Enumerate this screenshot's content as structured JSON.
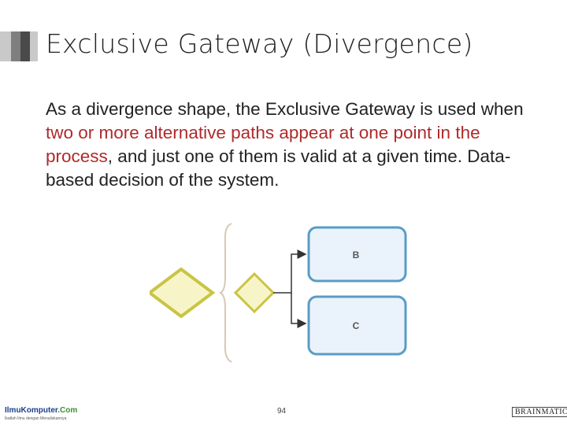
{
  "slide": {
    "title": "Exclusive Gateway (Divergence)",
    "paragraph": {
      "part1": "As a divergence shape, the Exclusive Gateway is used when ",
      "highlight": "two or more alternative paths appear at one point in the process",
      "part2": ", and just one of them is valid at a given time. Data-based decision of the system."
    },
    "highlight_color": "#b02a2a"
  },
  "diagram": {
    "task_b_label": "B",
    "task_c_label": "C",
    "gateway_fill": "#f7f5c8",
    "gateway_stroke": "#c9c445",
    "task_fill": "#eaf3fb",
    "task_stroke": "#5a9cc4"
  },
  "footer": {
    "left_logo_main": "IlmuKomputer",
    "left_logo_tld": ".Com",
    "left_logo_tagline": "Ikatlah Ilmu dengan Menuliskannya",
    "page_number": "94",
    "right_logo": "BRAINMATICS"
  }
}
